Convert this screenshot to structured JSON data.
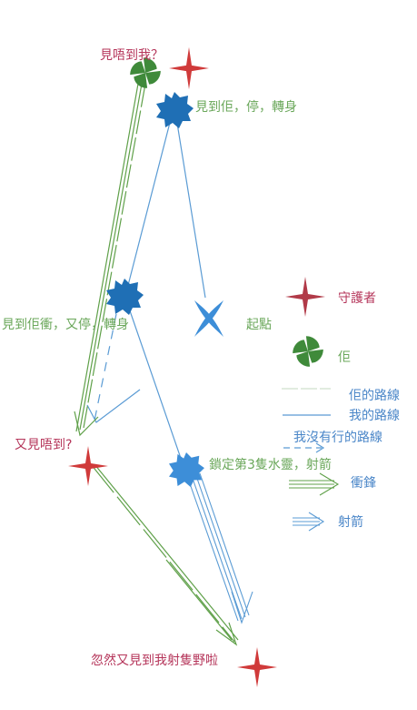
{
  "labels": {
    "top_question": "見唔到我？",
    "saw_turn": "見到佢，停，轉身",
    "saw_charge": "見到佢衝，又停，轉身",
    "start": "起點",
    "again_lost": "又見唔到?",
    "lock_shoot": "鎖定第3隻水靈，射箭",
    "final": "忽然又見到我射隻野啦"
  },
  "legend": {
    "guardian": "守護者",
    "him": "佢",
    "his_path": "佢的路線",
    "my_path": "我的路線",
    "my_untaken_path": "我沒有行的路線",
    "charge": "衝鋒",
    "shoot": "射箭"
  },
  "colors": {
    "guardian_red": "#d03a3a",
    "legend_star": "#b13a48",
    "him_green": "#3f8a3a",
    "my_blue": "#1f6fb5",
    "my_blue_light": "#3d8ed8",
    "path_blue": "#5a9bd4",
    "path_green": "#5fa049",
    "label_crimson": "#b5355a",
    "label_green": "#6aa75a",
    "label_blue": "#4a86c8"
  },
  "icons": [
    "star-icon",
    "pinwheel-icon",
    "blob-icon",
    "x-mark-icon"
  ]
}
